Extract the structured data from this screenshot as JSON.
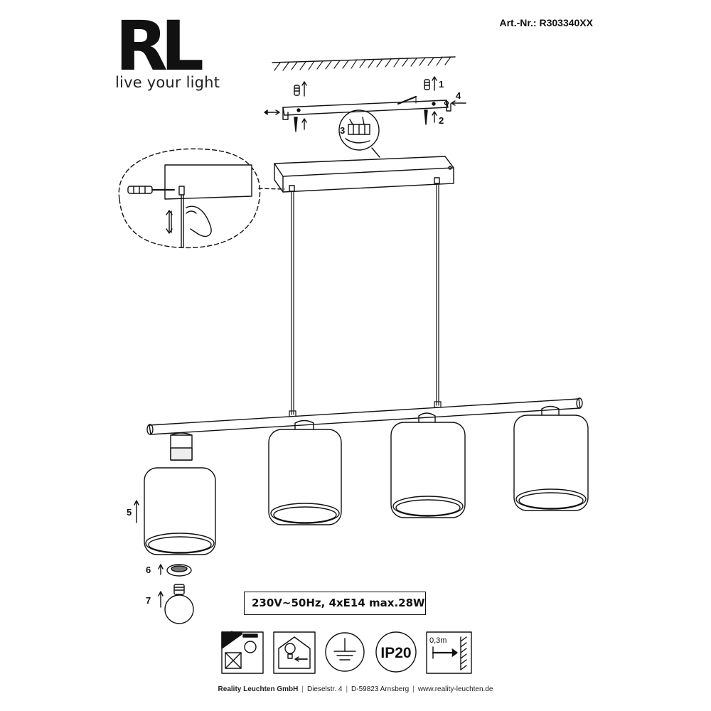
{
  "brand": {
    "logo_text": "RL",
    "tagline": "live your light"
  },
  "article": {
    "label": "Art.-Nr.: ",
    "number": "R303340XX"
  },
  "specification": "230V~50Hz, 4xE14  max.28W",
  "steps": [
    "1",
    "2",
    "3",
    "4",
    "5",
    "6",
    "7"
  ],
  "symbols": {
    "ip_rating": "IP20",
    "distance": "0,3m",
    "icons": [
      "no-cover-insulation-icon",
      "bulb-in-house-icon",
      "protective-earth-icon",
      "ip20-icon",
      "min-distance-icon"
    ]
  },
  "footer": {
    "company": "Reality Leuchten GmbH",
    "street": "Dieselstr. 4",
    "city": "D-59823 Arnsberg",
    "web": "www.reality-leuchten.de"
  }
}
